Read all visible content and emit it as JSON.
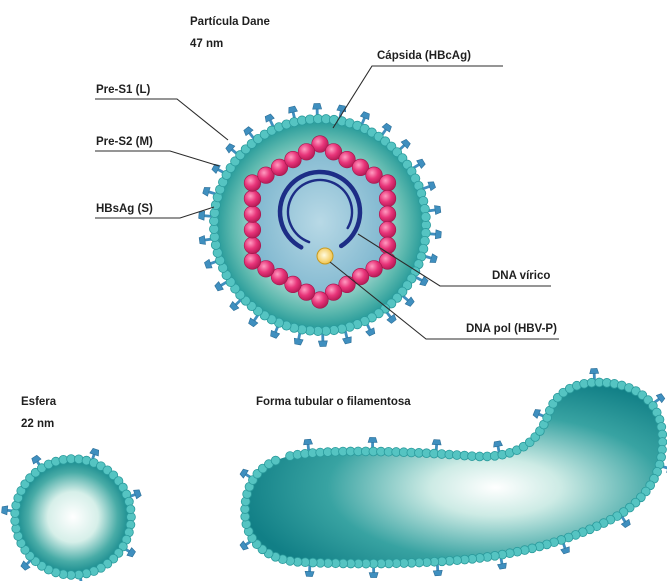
{
  "dane": {
    "title": "Partícula Dane",
    "size": "47 nm",
    "labels": {
      "capsid": "Cápsida (HBcAg)",
      "pre_s1": "Pre-S1 (L)",
      "pre_s2": "Pre-S2 (M)",
      "hbsag": "HBsAg (S)",
      "dna_virico": "DNA vírico",
      "dna_pol": "DNA pol (HBV-P)"
    }
  },
  "sphere": {
    "title": "Esfera",
    "size": "22 nm"
  },
  "tubular": {
    "title": "Forma tubular o filamentosa"
  },
  "colors": {
    "membrane": "#55c4c2",
    "membrane_dark": "#2a9a9c",
    "spike": "#3f8fbf",
    "capsid_bead": "#e0306f",
    "capsid_bead_light": "#ff86b0",
    "dna": "#1d2d86",
    "polymerase": "#f2c84a",
    "interior_light": "#ffffff",
    "interior_mid": "#6dc4b9",
    "interior_dark": "#178a8d"
  }
}
